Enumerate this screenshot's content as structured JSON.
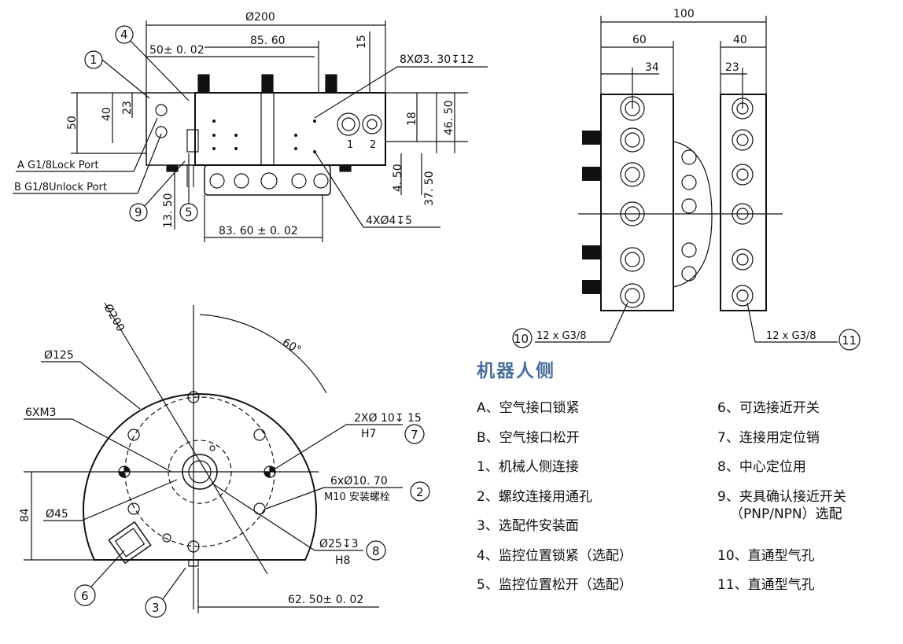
{
  "legend": {
    "title": "机器人侧",
    "col1": [
      "A、空气接口锁紧",
      "B、空气接口松开",
      "1、机械人侧连接",
      "2、螺纹连接用通孔",
      "3、选配件安装面",
      "4、监控位置锁紧（选配）",
      "5、监控位置松开（选配）"
    ],
    "col2": [
      "6、可选接近开关",
      "7、连接用定位销",
      "8、中心定位用",
      "9、夹具确认接近开关",
      "（PNP/NPN）选配",
      "10、直通型气孔",
      "11、直通型气孔"
    ]
  },
  "front": {
    "d200": "Ø200",
    "d5002": "50± 0. 02",
    "d8560": "85. 60",
    "d15": "15",
    "holes8": "8XØ3. 30↧12",
    "d50": "50",
    "d40": "40",
    "d23": "23",
    "d18": "18",
    "d4650": "46. 50",
    "d450": "4. 50",
    "d3750": "37. 50",
    "d1350": "13. 50",
    "d8360": "83. 60 ± 0. 02",
    "portA": "A G1/8Lock Port",
    "portB": "B G1/8Unlock Port",
    "holes4": "4XØ4↧5"
  },
  "side": {
    "d100": "100",
    "d60": "60",
    "d40": "40",
    "d34": "34",
    "d23": "23",
    "port10": "12 x G3/8",
    "port11": "12 x G3/8"
  },
  "top": {
    "d200": "Ø200",
    "d125": "Ø125",
    "m3": "6XM3",
    "ang60": "60°",
    "pin": "2XØ 10↧ 15",
    "pinTol": "H7",
    "bolt": "6xØ10. 70",
    "boltM": "M10 安装螺栓",
    "d84": "84",
    "d45": "Ø45",
    "center": "Ø25↧3",
    "centerTol": "H8",
    "d6250": "62. 50± 0. 02"
  },
  "callouts": [
    "1",
    "2",
    "3",
    "4",
    "5",
    "6",
    "7",
    "8",
    "9",
    "10",
    "11"
  ]
}
